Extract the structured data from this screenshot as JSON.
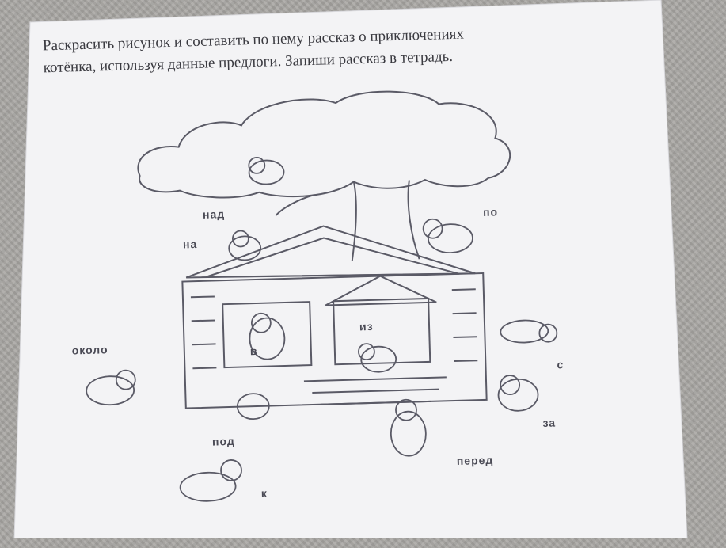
{
  "instruction": {
    "line1": "Раскрасить рисунок и составить по нему рассказ о приключениях",
    "line2": "котёнка, используя данные предлоги. Запиши рассказ в тетрадь."
  },
  "labels": {
    "nad": "над",
    "na": "на",
    "po": "по",
    "okolo": "около",
    "v": "в",
    "iz": "из",
    "s": "с",
    "za": "за",
    "pod": "под",
    "pered": "перед",
    "k": "к"
  },
  "colors": {
    "paper": "#f4f4f6",
    "ink": "#55555f",
    "background": "#a9a7a3"
  }
}
